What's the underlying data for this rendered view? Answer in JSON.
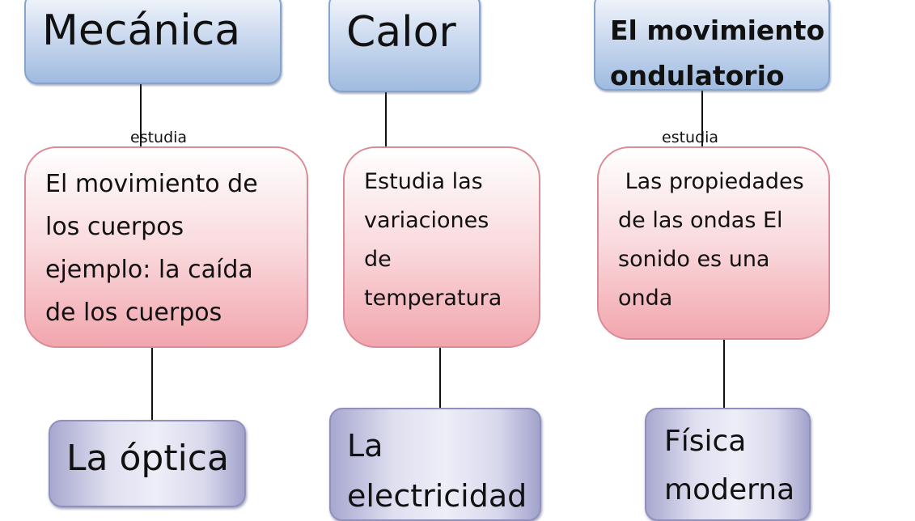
{
  "columns": [
    {
      "top": "Mecánica",
      "connector_label": "estudia",
      "middle": "El movimiento de\nlos cuerpos\nejemplo: la caída\nde los cuerpos",
      "bottom": "La óptica"
    },
    {
      "top": "Calor",
      "middle": "Estudia las\nvariaciones\nde\ntemperatura",
      "bottom": "La\nelectricidad"
    },
    {
      "top": "El movimiento\nondulatorio",
      "connector_label": "estudia",
      "middle": " Las propiedades\nde las ondas El\nsonido es una\nonda",
      "bottom": "Física\nmoderna"
    }
  ],
  "colors": {
    "top_boxes": "#c9d8ee",
    "middle_boxes": "#f2a6ae",
    "bottom_boxes": "#dfdff0"
  }
}
